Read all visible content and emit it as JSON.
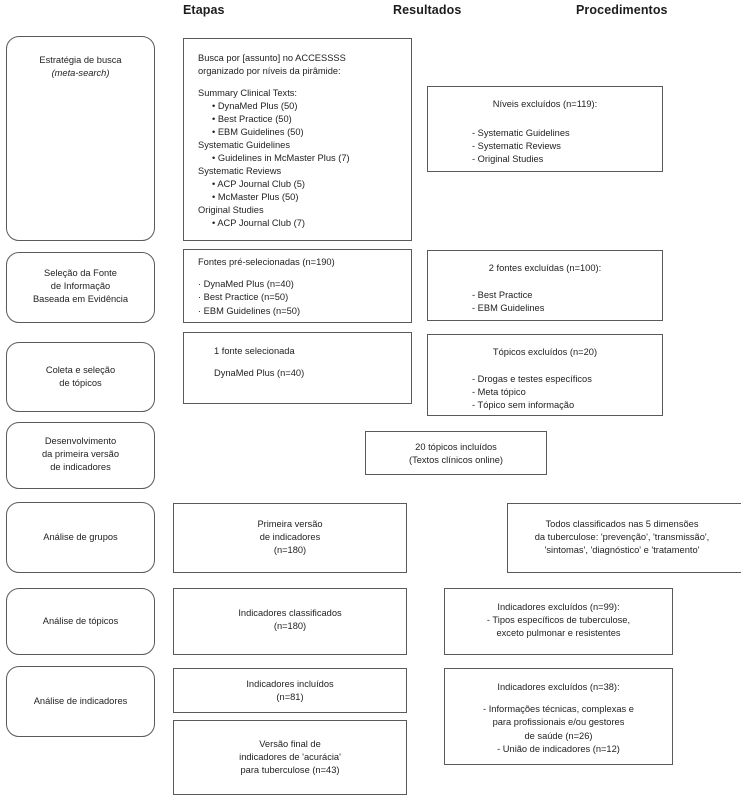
{
  "figure": {
    "type": "flowchart",
    "language": "pt-BR",
    "columns": [
      {
        "id": "etapas",
        "label": "Etapas"
      },
      {
        "id": "resultados",
        "label": "Resultados"
      },
      {
        "id": "procedimentos",
        "label": "Procedimentos"
      }
    ],
    "colors": {
      "border": "#5a5a5a",
      "text": "#222222",
      "background": "#ffffff"
    }
  },
  "nodes": {
    "stage1": {
      "title": "Estratégia de busca",
      "subtitle": "(meta-search)"
    },
    "result1": {
      "intro_line1": "Busca por [assunto] no ACCESSSS",
      "intro_line2": "organizado por níveis da pirâmide:",
      "groups": [
        {
          "heading": "Summary Clinical Texts:",
          "items": [
            "• DynaMed Plus (50)",
            "• Best Practice (50)",
            "• EBM Guidelines (50)"
          ]
        },
        {
          "heading": "Systematic Guidelines",
          "items": [
            "• Guidelines in McMaster Plus (7)"
          ]
        },
        {
          "heading": "Systematic Reviews",
          "items": [
            "• ACP Journal Club (5)",
            "• McMaster Plus (50)"
          ]
        },
        {
          "heading": "Original Studies",
          "items": [
            "• ACP Journal Club (7)"
          ]
        }
      ]
    },
    "proc1": {
      "title": "Níveis excluídos (n=119):",
      "items": [
        "- Systematic Guidelines",
        "- Systematic Reviews",
        "- Original Studies"
      ]
    },
    "stage2": {
      "line1": "Seleção da Fonte",
      "line2": "de Informação",
      "line3": "Baseada em Evidência"
    },
    "result2": {
      "title": "Fontes pré-selecionadas (n=190)",
      "items": [
        "· DynaMed Plus (n=40)",
        "· Best Practice (n=50)",
        "· EBM Guidelines (n=50)"
      ]
    },
    "proc2": {
      "title": "2 fontes excluídas (n=100):",
      "items": [
        "- Best Practice",
        "- EBM Guidelines"
      ]
    },
    "stage3": {
      "line1": "Coleta e seleção",
      "line2": "de tópicos"
    },
    "result3": {
      "line1": "1 fonte selecionada",
      "line2": "DynaMed Plus (n=40)"
    },
    "proc3": {
      "title": "Tópicos excluídos (n=20)",
      "items": [
        "- Drogas e testes específicos",
        "- Meta tópico",
        "- Tópico sem informação"
      ]
    },
    "stage4": {
      "line1": "Desenvolvimento",
      "line2": "da primeira versão",
      "line3": "de indicadores"
    },
    "result4": {
      "line1": "20 tópicos incluídos",
      "line2": "(Textos clínicos online)"
    },
    "stage5": {
      "line1": "Análise de grupos"
    },
    "result5": {
      "line1": "Primeira versão",
      "line2": "de indicadores",
      "line3": "(n=180)"
    },
    "proc5": {
      "line1": "Todos classificados nas 5 dimensões",
      "line2": "da tuberculose: 'prevenção', 'transmissão',",
      "line3": "'sintomas', 'diagnóstico' e 'tratamento'"
    },
    "stage6": {
      "line1": "Análise de tópicos"
    },
    "result6": {
      "line1": "Indicadores classificados",
      "line2": "(n=180)"
    },
    "proc6": {
      "line1": "Indicadores excluídos (n=99):",
      "line2": "- Tipos específicos de tuberculose,",
      "line3": "exceto pulmonar e resistentes"
    },
    "stage7": {
      "line1": "Análise de indicadores"
    },
    "result7": {
      "line1": "Indicadores incluídos",
      "line2": "(n=81)"
    },
    "proc7": {
      "title": "Indicadores excluídos (n=38):",
      "line1": "- Informações técnicas, complexas e",
      "line2": "para profissionais e/ou gestores",
      "line3": "de saúde (n=26)",
      "line4": "- União de indicadores (n=12)"
    },
    "result8": {
      "line1": "Versão final de",
      "line2": "indicadores de 'acurácia'",
      "line3": "para tuberculose (n=43)"
    }
  }
}
